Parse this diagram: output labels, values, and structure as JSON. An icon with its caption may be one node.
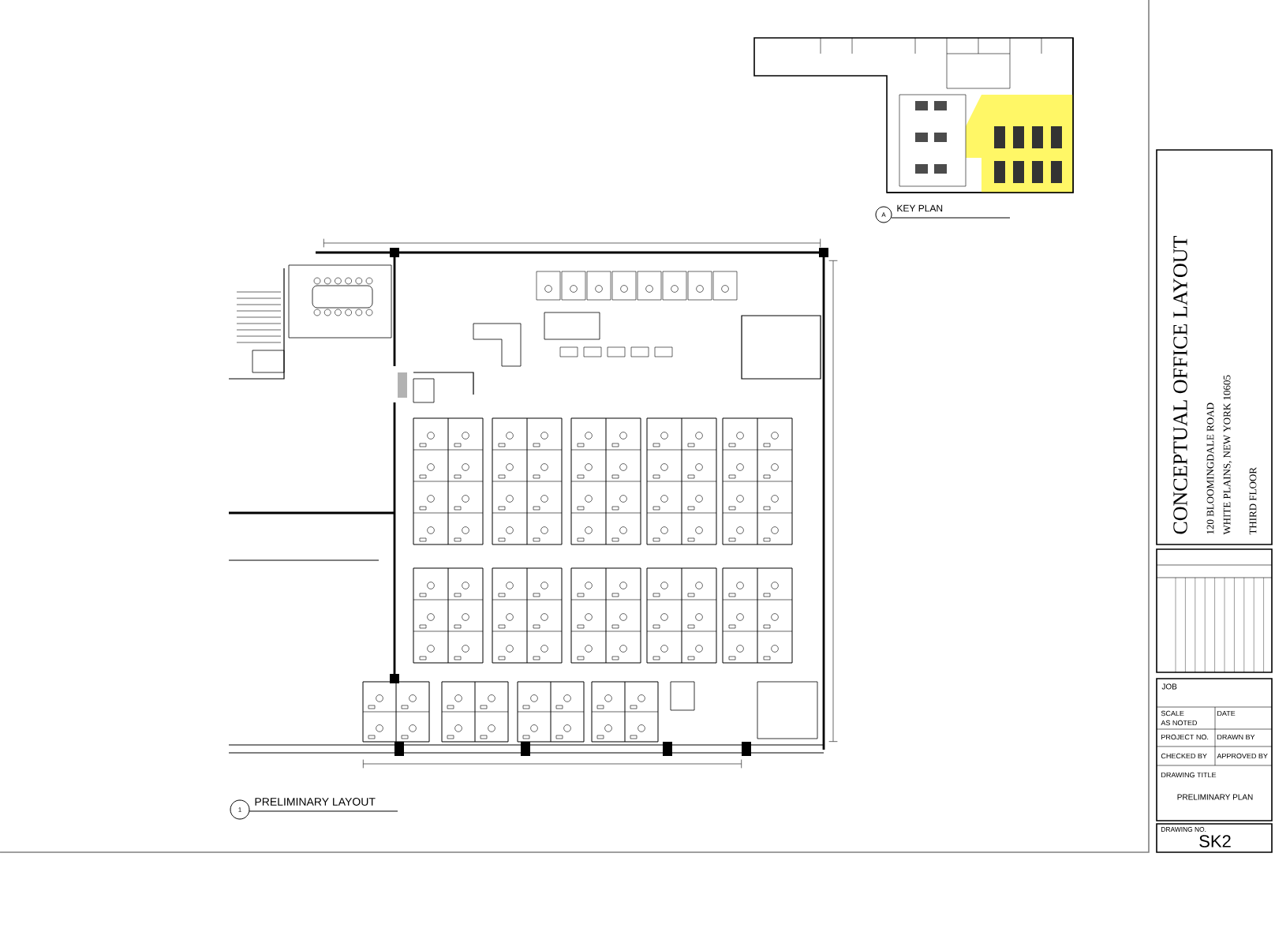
{
  "diagram": {
    "title": "CONCEPTUAL OFFICE LAYOUT",
    "labels": [
      "120 BLOOMINGDALE ROAD",
      "WHITE PLAINS, NEW YORK 10605",
      "THIRD FLOOR",
      "A",
      "KEY PLAN",
      "1",
      "PRELIMINARY LAYOUT",
      "JOB",
      "SCALE",
      "AS NOTED",
      "DATE",
      "PROJECT NO.",
      "DRAWN BY",
      "CHECKED BY",
      "APPROVED BY",
      "DRAWING TITLE",
      "PRELIMINARY PLAN",
      "DRAWING NO.",
      "SK2"
    ]
  }
}
